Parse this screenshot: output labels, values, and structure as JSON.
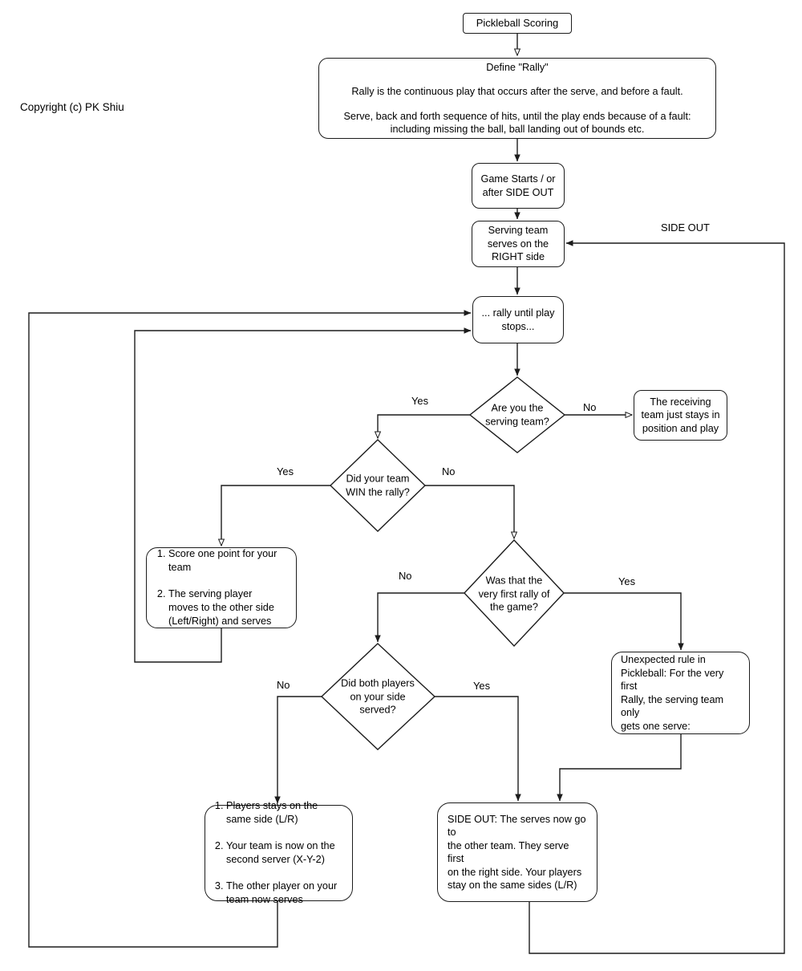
{
  "page": {
    "copyright": "Copyright (c) PK Shiu"
  },
  "colors": {
    "stroke": "#1c1c1c",
    "background": "#ffffff"
  },
  "nodes": {
    "title": {
      "label": "Pickleball Scoring"
    },
    "define_rally": {
      "heading": "Define \"Rally\"",
      "p1": "Rally is the continuous play that occurs after the serve, and before a fault.",
      "p2": "Serve, back and forth sequence of hits, until the play ends because of a fault:\nincluding missing the ball, ball landing out of bounds etc."
    },
    "game_starts": {
      "label": "Game Starts / or\nafter SIDE OUT"
    },
    "serving_right": {
      "label": "Serving team\nserves on the\nRIGHT side"
    },
    "rally_stops": {
      "label": "... rally until play\nstops..."
    },
    "q_serving_team": {
      "label": "Are you the\nserving team?"
    },
    "receiving_team": {
      "label": "The receiving\nteam just stays in\nposition and play"
    },
    "q_win_rally": {
      "label": "Did your team\nWIN the rally?"
    },
    "score_point": {
      "items": [
        "Score one point for your\nteam",
        "The serving player\nmoves to the other side\n(Left/Right) and serves"
      ]
    },
    "q_first_rally": {
      "label": "Was that the\nvery first rally of\nthe game?"
    },
    "unexpected_rule": {
      "label": "Unexpected rule in\nPickleball: For the very first\nRally, the serving team only\ngets one serve:"
    },
    "q_both_served": {
      "label": "Did both players\non your side\nserved?"
    },
    "players_stay": {
      "items": [
        "Players stays on the\nsame side (L/R)",
        "Your team is now on the\nsecond server (X-Y-2)",
        "The other player on your\nteam now serves"
      ]
    },
    "side_out": {
      "label": "SIDE OUT: The serves now go to\nthe other team. They serve first\non the right side. Your players\nstay on the same sides (L/R)"
    }
  },
  "edge_labels": {
    "serving_yes": "Yes",
    "serving_no": "No",
    "win_yes": "Yes",
    "win_no": "No",
    "first_no": "No",
    "first_yes": "Yes",
    "both_no": "No",
    "both_yes": "Yes",
    "side_out_return": "SIDE OUT"
  }
}
